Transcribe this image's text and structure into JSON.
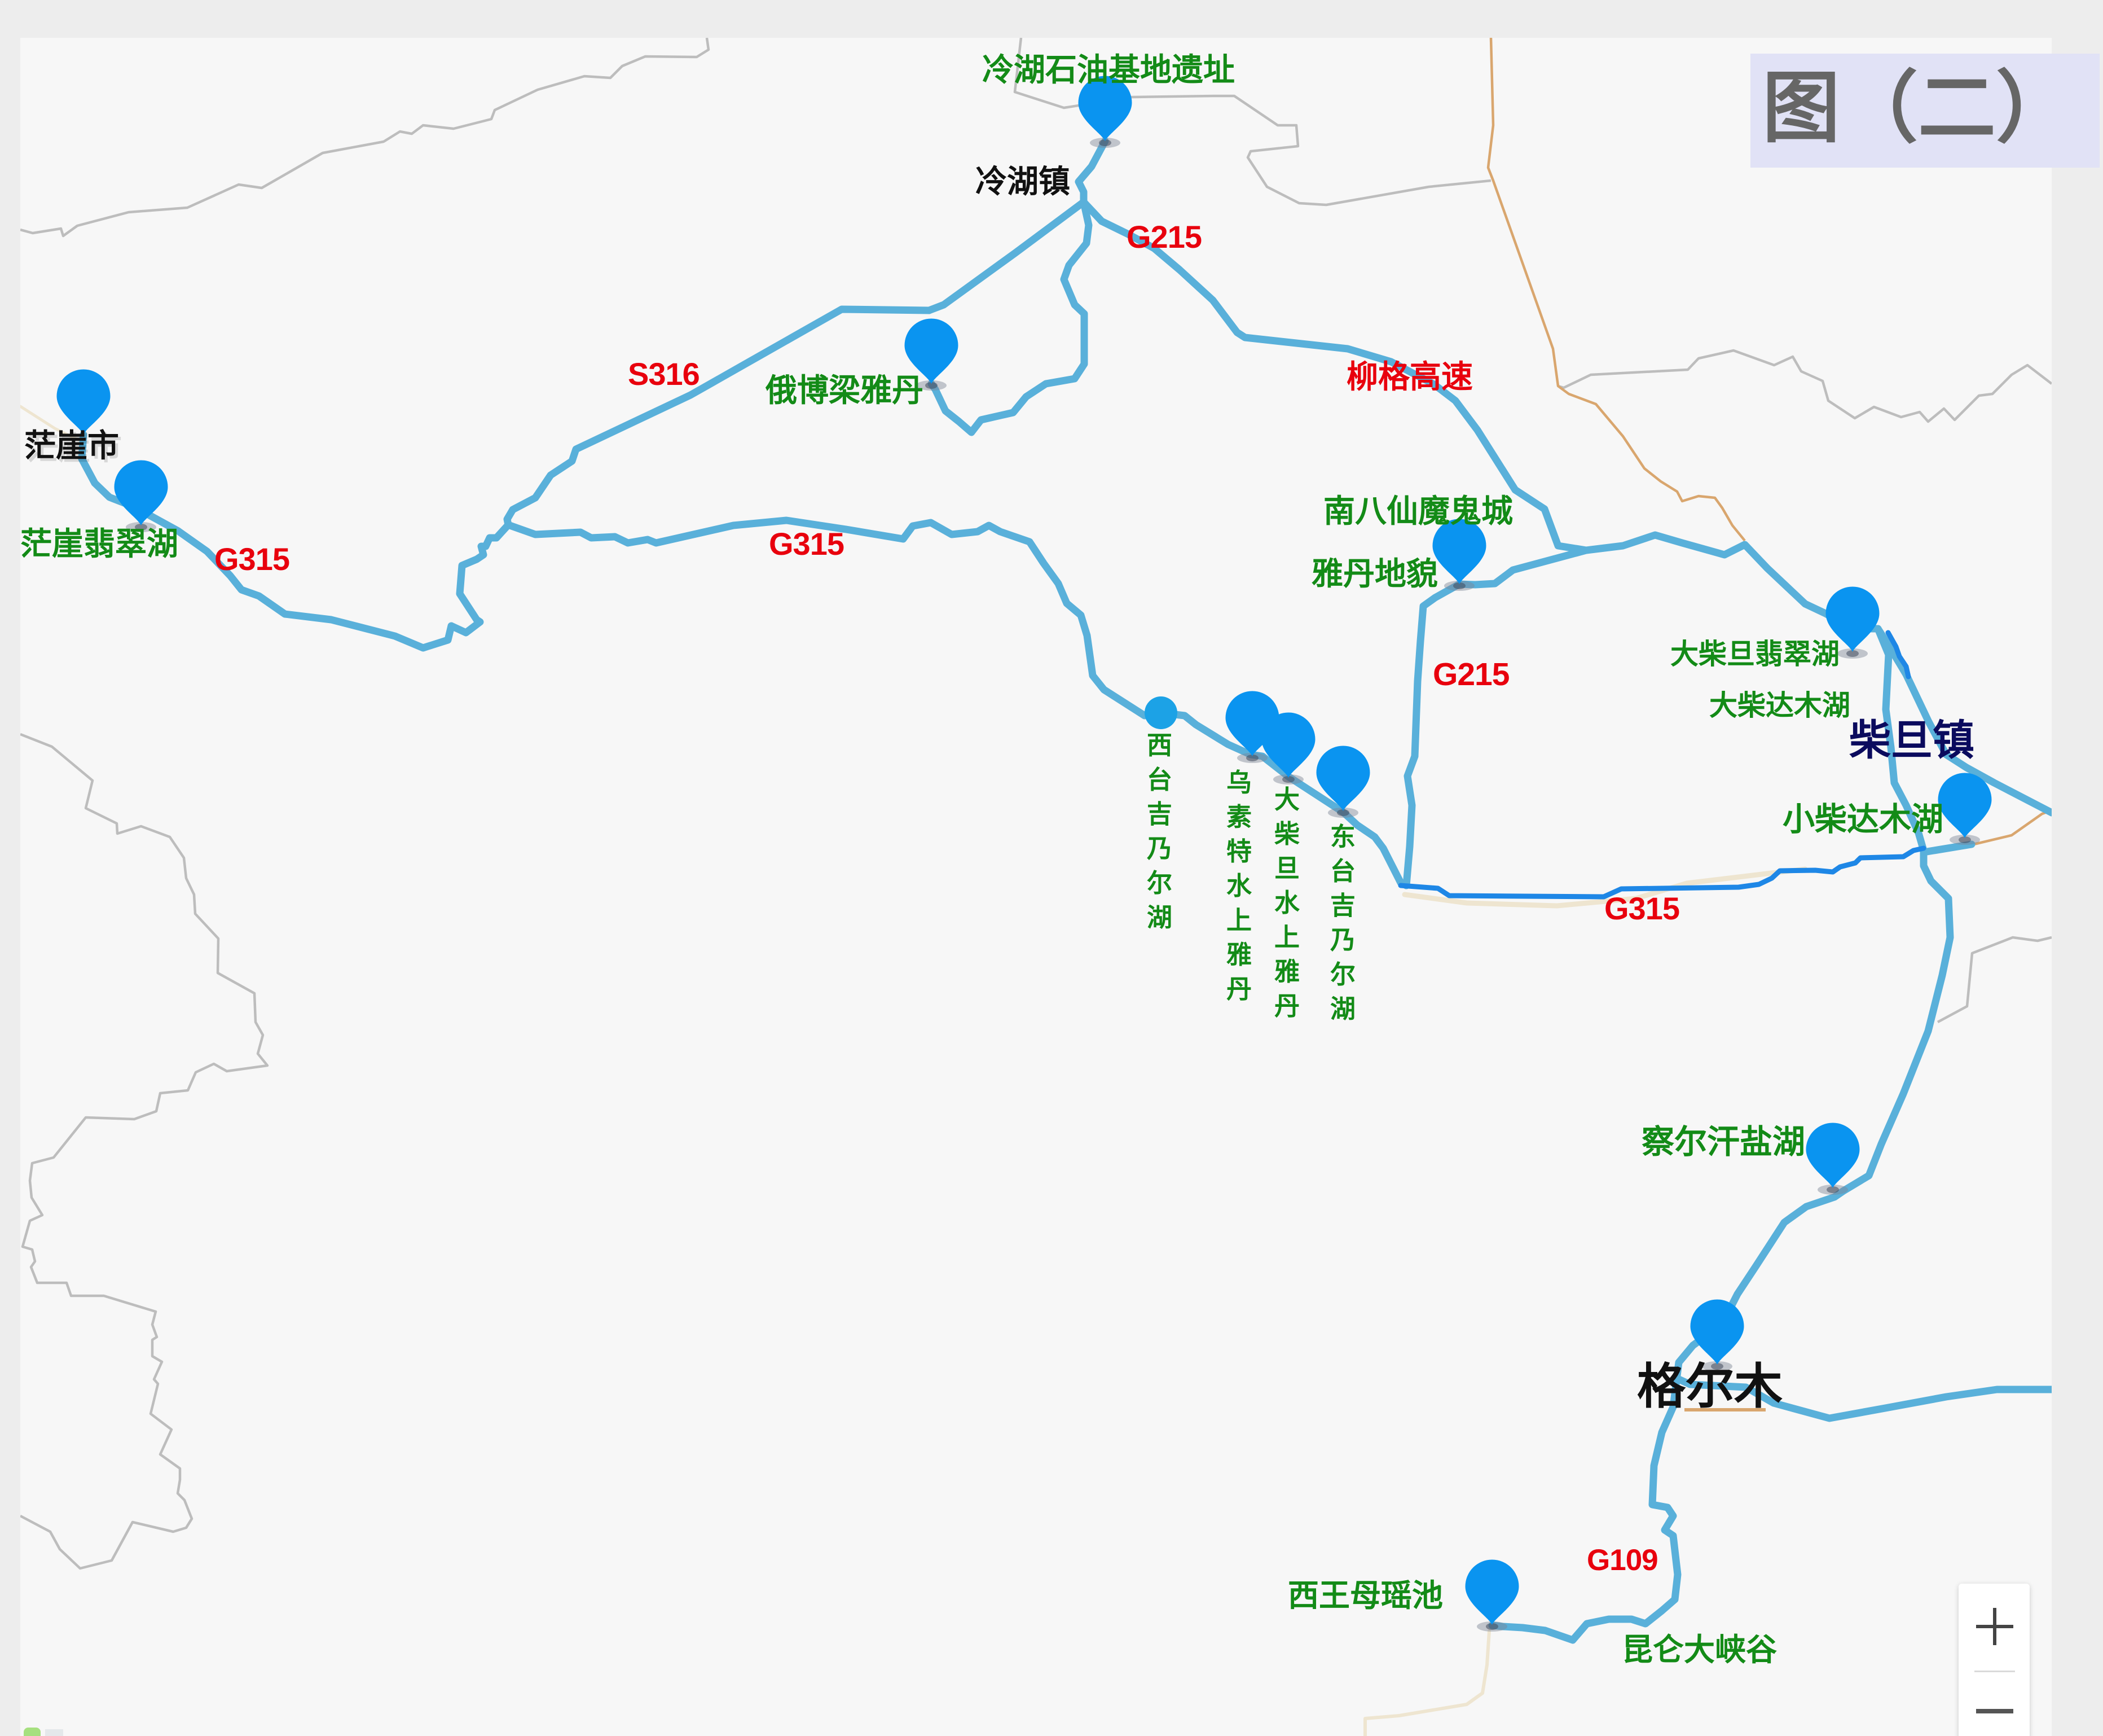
{
  "badge": {
    "title": "图（二）"
  },
  "map": {
    "places": {
      "lenghu_oil_base": "冷湖石油基地遗址",
      "lenghu_town": "冷湖镇",
      "ebo_liang_yardang": "俄博梁雅丹",
      "mangya_city": "茫崖市",
      "mangya_emerald_lake": "茫崖翡翠湖",
      "nanbaxian_ghost_city": "南八仙魔鬼城",
      "yardang_landform": "雅丹地貌",
      "west_taijinar_lake": "西台吉乃尔湖",
      "wusute_water_yardang": "乌素特水上雅丹",
      "dachaidan_water_yardang": "大柴旦水上雅丹",
      "east_taijinar_lake": "东台吉乃尔湖",
      "dachaidan_emerald_lake": "大柴旦翡翠湖",
      "da_qaidam_lake": "大柴达木湖",
      "chaidan_town": "柴旦镇",
      "xiao_qaidam_lake": "小柴达木湖",
      "qarhan_salt_lake": "察尔汗盐湖",
      "golmud": "格尔木",
      "xiwangmu_yaochi": "西王母瑶池",
      "kunlun_canyon": "昆仑大峡谷"
    },
    "roads": {
      "g215_north": "G215",
      "s316": "S316",
      "liuge_expressway": "柳格高速",
      "g315_west": "G315",
      "g315_central": "G315",
      "g215_south": "G215",
      "g315_east": "G315",
      "g109": "G109"
    }
  },
  "controls": {
    "zoom_in": {
      "icon": "plus-icon"
    },
    "zoom_out": {
      "icon": "minus-icon"
    }
  },
  "colors": {
    "frame_bg": "#EDEDED",
    "map_bg": "#F7F7F7",
    "route": "#59B0DA",
    "route_highlight": "#1E87E6",
    "marker": "#0A94F0",
    "marker_dot": "#1CA2E6",
    "boundary": "#BDBDBD",
    "province_boundary": "#D9A66E",
    "label_attraction": "#138B17",
    "label_road": "#E8000D",
    "label_town": "#111111",
    "label_hub": "#0B0B5E",
    "badge_bg": "#E1E2F6",
    "badge_text": "#666666"
  }
}
